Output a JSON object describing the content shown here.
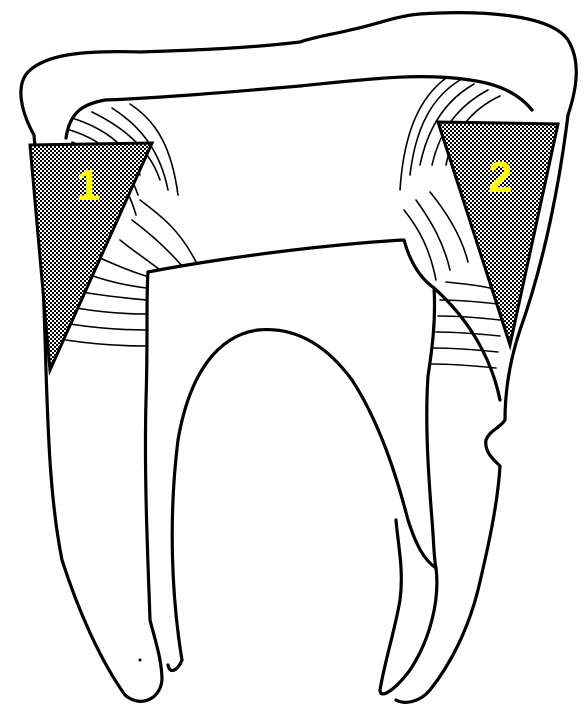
{
  "colors": {
    "outline": "#000000",
    "background": "#ffffff",
    "marker_label": "#ffff00",
    "stipple_dot": "#000000",
    "stipple_bg": "#ffffff"
  },
  "markers": [
    {
      "id": "1",
      "label": "1"
    },
    {
      "id": "2",
      "label": "2"
    }
  ]
}
